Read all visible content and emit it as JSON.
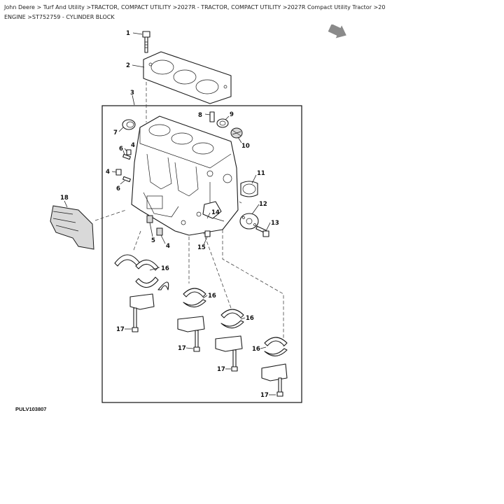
{
  "breadcrumb": {
    "line1": "John Deere > Turf And Utility >TRACTOR, COMPACT UTILITY >2027R - TRACTOR, COMPACT UTILITY >2027R Compact Utility Tractor >20",
    "line2": "ENGINE >ST752759 - CYLINDER BLOCK"
  },
  "figure_id": "PULV103807",
  "callouts": {
    "c1": "1",
    "c2": "2",
    "c3": "3",
    "c4a": "4",
    "c4b": "4",
    "c4c": "4",
    "c5": "5",
    "c6a": "6",
    "c6b": "6",
    "c7": "7",
    "c8": "8",
    "c9": "9",
    "c10": "10",
    "c11": "11",
    "c12": "12",
    "c13": "13",
    "c14": "14",
    "c15": "15",
    "c16a": "16",
    "c16b": "16",
    "c16c": "16",
    "c16d": "16",
    "c17a": "17",
    "c17b": "17",
    "c17c": "17",
    "c17d": "17",
    "c18": "18"
  },
  "icons": {
    "nav": "arrow-right-down-icon"
  },
  "colors": {
    "line": "#1a1a1a",
    "shade": "#d9d9d9",
    "background": "#ffffff"
  }
}
